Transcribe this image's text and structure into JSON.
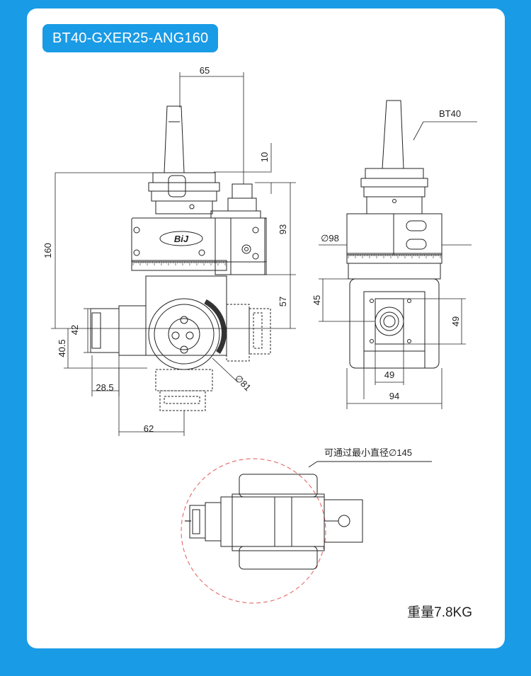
{
  "title": "BT40-GXER25-ANG160",
  "weight": "重量7.8KG",
  "labels": {
    "shank": "BT40",
    "clearance": "可通过最小直径∅145"
  },
  "dimensions": {
    "d65": "65",
    "d10": "10",
    "d93": "93",
    "d57": "57",
    "d160": "160",
    "d42": "42",
    "d40_5": "40.5",
    "d28_5": "28.5",
    "d62": "62",
    "d81": "∅81",
    "d98": "∅98",
    "d45": "45",
    "d49_right": "49",
    "d49_bottom": "49",
    "d94": "94"
  },
  "brand": "BiJ",
  "colors": {
    "background": "#1a9be6",
    "card": "#ffffff",
    "line": "#222222",
    "clearance_circle": "#e05a5a"
  }
}
